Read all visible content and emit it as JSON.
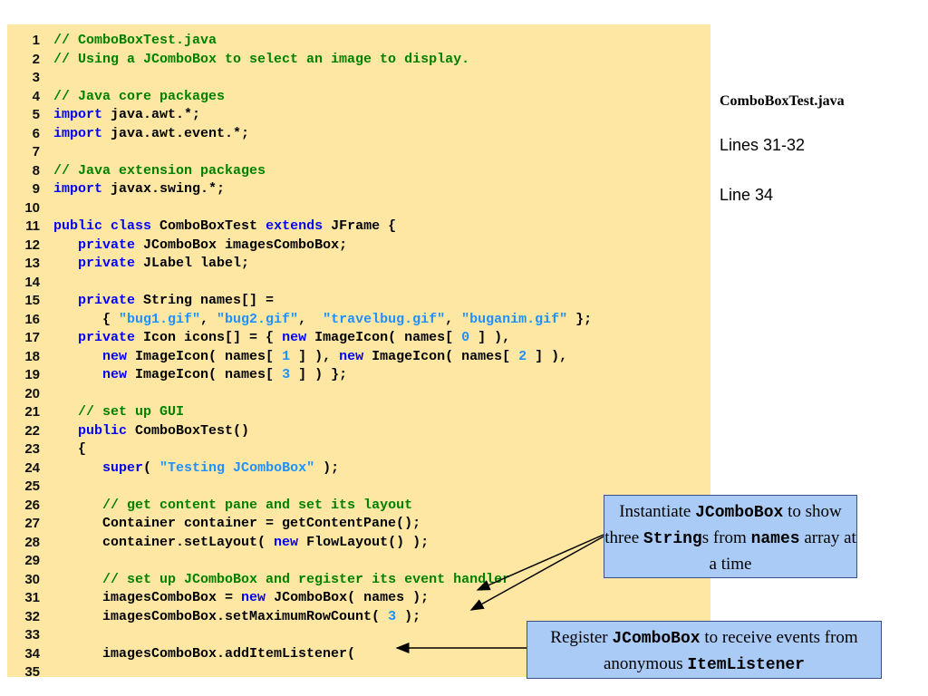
{
  "side_panel": {
    "title": "ComboBoxTest.java",
    "notes": [
      "Lines 31-32",
      "Line 34"
    ]
  },
  "callouts": [
    {
      "segments": [
        {
          "text": "Instantiate ",
          "mono": false
        },
        {
          "text": "JComboBox",
          "mono": true
        },
        {
          "text": " to show three ",
          "mono": false
        },
        {
          "text": "String",
          "mono": true
        },
        {
          "text": "s from ",
          "mono": false
        },
        {
          "text": "names",
          "mono": true
        },
        {
          "text": " array at a time",
          "mono": false
        }
      ]
    },
    {
      "segments": [
        {
          "text": "Register ",
          "mono": false
        },
        {
          "text": "JComboBox",
          "mono": true
        },
        {
          "text": " to receive events from anonymous ",
          "mono": false
        },
        {
          "text": "ItemListener",
          "mono": true
        }
      ]
    }
  ],
  "code_lines": [
    {
      "n": "1",
      "tokens": [
        {
          "t": "// ComboBoxTest.java",
          "c": "cm"
        }
      ]
    },
    {
      "n": "2",
      "tokens": [
        {
          "t": "// Using a JComboBox to select an image to display.",
          "c": "cm"
        }
      ]
    },
    {
      "n": "3",
      "tokens": []
    },
    {
      "n": "4",
      "tokens": [
        {
          "t": "// Java core packages",
          "c": "cm"
        }
      ]
    },
    {
      "n": "5",
      "tokens": [
        {
          "t": "import",
          "c": "kw"
        },
        {
          "t": " java.awt.*;",
          "c": ""
        }
      ]
    },
    {
      "n": "6",
      "tokens": [
        {
          "t": "import",
          "c": "kw"
        },
        {
          "t": " java.awt.event.*;",
          "c": ""
        }
      ]
    },
    {
      "n": "7",
      "tokens": []
    },
    {
      "n": "8",
      "tokens": [
        {
          "t": "// Java extension packages",
          "c": "cm"
        }
      ]
    },
    {
      "n": "9",
      "tokens": [
        {
          "t": "import",
          "c": "kw"
        },
        {
          "t": " javax.swing.*;",
          "c": ""
        }
      ]
    },
    {
      "n": "10",
      "tokens": []
    },
    {
      "n": "11",
      "tokens": [
        {
          "t": "public class",
          "c": "kw"
        },
        {
          "t": " ComboBoxTest ",
          "c": ""
        },
        {
          "t": "extends",
          "c": "kw"
        },
        {
          "t": " JFrame {",
          "c": ""
        }
      ]
    },
    {
      "n": "12",
      "tokens": [
        {
          "t": "   ",
          "c": ""
        },
        {
          "t": "private",
          "c": "kw"
        },
        {
          "t": " JComboBox imagesComboBox;",
          "c": ""
        }
      ]
    },
    {
      "n": "13",
      "tokens": [
        {
          "t": "   ",
          "c": ""
        },
        {
          "t": "private",
          "c": "kw"
        },
        {
          "t": " JLabel label;",
          "c": ""
        }
      ]
    },
    {
      "n": "14",
      "tokens": []
    },
    {
      "n": "15",
      "tokens": [
        {
          "t": "   ",
          "c": ""
        },
        {
          "t": "private",
          "c": "kw"
        },
        {
          "t": " String names[] =",
          "c": ""
        }
      ]
    },
    {
      "n": "16",
      "tokens": [
        {
          "t": "      { ",
          "c": ""
        },
        {
          "t": "\"bug1.gif\"",
          "c": "st"
        },
        {
          "t": ", ",
          "c": ""
        },
        {
          "t": "\"bug2.gif\"",
          "c": "st"
        },
        {
          "t": ",  ",
          "c": ""
        },
        {
          "t": "\"travelbug.gif\"",
          "c": "st"
        },
        {
          "t": ", ",
          "c": ""
        },
        {
          "t": "\"buganim.gif\"",
          "c": "st"
        },
        {
          "t": " };",
          "c": ""
        }
      ]
    },
    {
      "n": "17",
      "tokens": [
        {
          "t": "   ",
          "c": ""
        },
        {
          "t": "private",
          "c": "kw"
        },
        {
          "t": " Icon icons[] = { ",
          "c": ""
        },
        {
          "t": "new",
          "c": "kw"
        },
        {
          "t": " ImageIcon( names[ ",
          "c": ""
        },
        {
          "t": "0",
          "c": "nm"
        },
        {
          "t": " ] ),",
          "c": ""
        }
      ]
    },
    {
      "n": "18",
      "tokens": [
        {
          "t": "      ",
          "c": ""
        },
        {
          "t": "new",
          "c": "kw"
        },
        {
          "t": " ImageIcon( names[ ",
          "c": ""
        },
        {
          "t": "1",
          "c": "nm"
        },
        {
          "t": " ] ), ",
          "c": ""
        },
        {
          "t": "new",
          "c": "kw"
        },
        {
          "t": " ImageIcon( names[ ",
          "c": ""
        },
        {
          "t": "2",
          "c": "nm"
        },
        {
          "t": " ] ),",
          "c": ""
        }
      ]
    },
    {
      "n": "19",
      "tokens": [
        {
          "t": "      ",
          "c": ""
        },
        {
          "t": "new",
          "c": "kw"
        },
        {
          "t": " ImageIcon( names[ ",
          "c": ""
        },
        {
          "t": "3",
          "c": "nm"
        },
        {
          "t": " ] ) };",
          "c": ""
        }
      ]
    },
    {
      "n": "20",
      "tokens": []
    },
    {
      "n": "21",
      "tokens": [
        {
          "t": "   ",
          "c": ""
        },
        {
          "t": "// set up GUI",
          "c": "cm"
        }
      ]
    },
    {
      "n": "22",
      "tokens": [
        {
          "t": "   ",
          "c": ""
        },
        {
          "t": "public",
          "c": "kw"
        },
        {
          "t": " ComboBoxTest()",
          "c": ""
        }
      ]
    },
    {
      "n": "23",
      "tokens": [
        {
          "t": "   {",
          "c": ""
        }
      ]
    },
    {
      "n": "24",
      "tokens": [
        {
          "t": "      ",
          "c": ""
        },
        {
          "t": "super",
          "c": "kw"
        },
        {
          "t": "( ",
          "c": ""
        },
        {
          "t": "\"Testing JComboBox\"",
          "c": "st"
        },
        {
          "t": " );",
          "c": ""
        }
      ]
    },
    {
      "n": "25",
      "tokens": []
    },
    {
      "n": "26",
      "tokens": [
        {
          "t": "      ",
          "c": ""
        },
        {
          "t": "// get content pane and set its layout",
          "c": "cm"
        }
      ]
    },
    {
      "n": "27",
      "tokens": [
        {
          "t": "      Container container = getContentPane();",
          "c": ""
        }
      ]
    },
    {
      "n": "28",
      "tokens": [
        {
          "t": "      container.setLayout( ",
          "c": ""
        },
        {
          "t": "new",
          "c": "kw"
        },
        {
          "t": " FlowLayout() );",
          "c": ""
        }
      ]
    },
    {
      "n": "29",
      "tokens": []
    },
    {
      "n": "30",
      "tokens": [
        {
          "t": "      ",
          "c": ""
        },
        {
          "t": "// set up JComboBox and register its event handler",
          "c": "cm"
        }
      ]
    },
    {
      "n": "31",
      "tokens": [
        {
          "t": "      imagesComboBox = ",
          "c": ""
        },
        {
          "t": "new",
          "c": "kw"
        },
        {
          "t": " JComboBox( names );",
          "c": ""
        }
      ]
    },
    {
      "n": "32",
      "tokens": [
        {
          "t": "      imagesComboBox.setMaximumRowCount( ",
          "c": ""
        },
        {
          "t": "3",
          "c": "nm"
        },
        {
          "t": " );",
          "c": ""
        }
      ]
    },
    {
      "n": "33",
      "tokens": []
    },
    {
      "n": "34",
      "tokens": [
        {
          "t": "      imagesComboBox.addItemListener(",
          "c": ""
        }
      ]
    },
    {
      "n": "35",
      "tokens": []
    }
  ]
}
